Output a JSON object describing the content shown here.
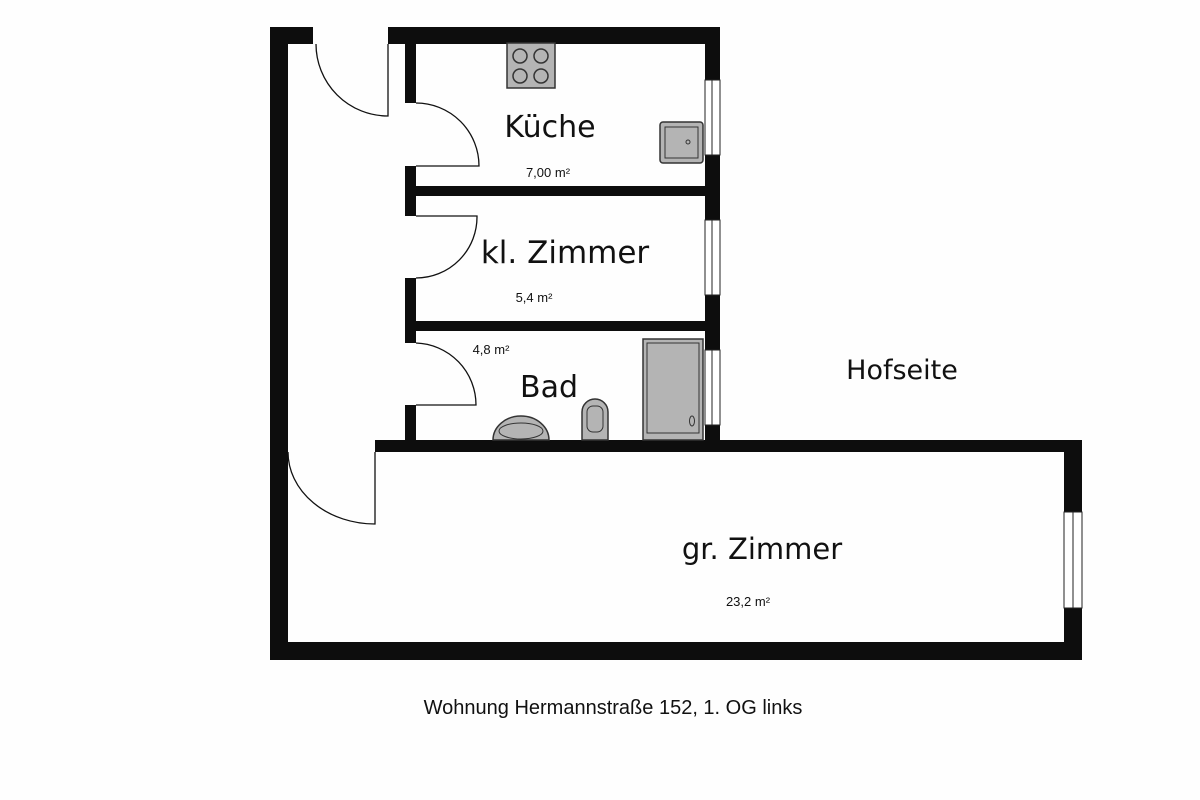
{
  "rooms": {
    "kueche": {
      "name": "Küche",
      "area": "7,00 m²"
    },
    "kl_zimmer": {
      "name": "kl. Zimmer",
      "area": "5,4 m²"
    },
    "bad": {
      "name": "Bad",
      "area": "4,8 m²"
    },
    "gr_zimmer": {
      "name": "gr. Zimmer",
      "area": "23,2 m²"
    }
  },
  "outside_label": "Hofseite",
  "caption": "Wohnung Hermannstraße 152, 1. OG links",
  "colors": {
    "wall": "#0d0d0d",
    "fixture": "#b4b4b4",
    "background": "#fefefe"
  }
}
